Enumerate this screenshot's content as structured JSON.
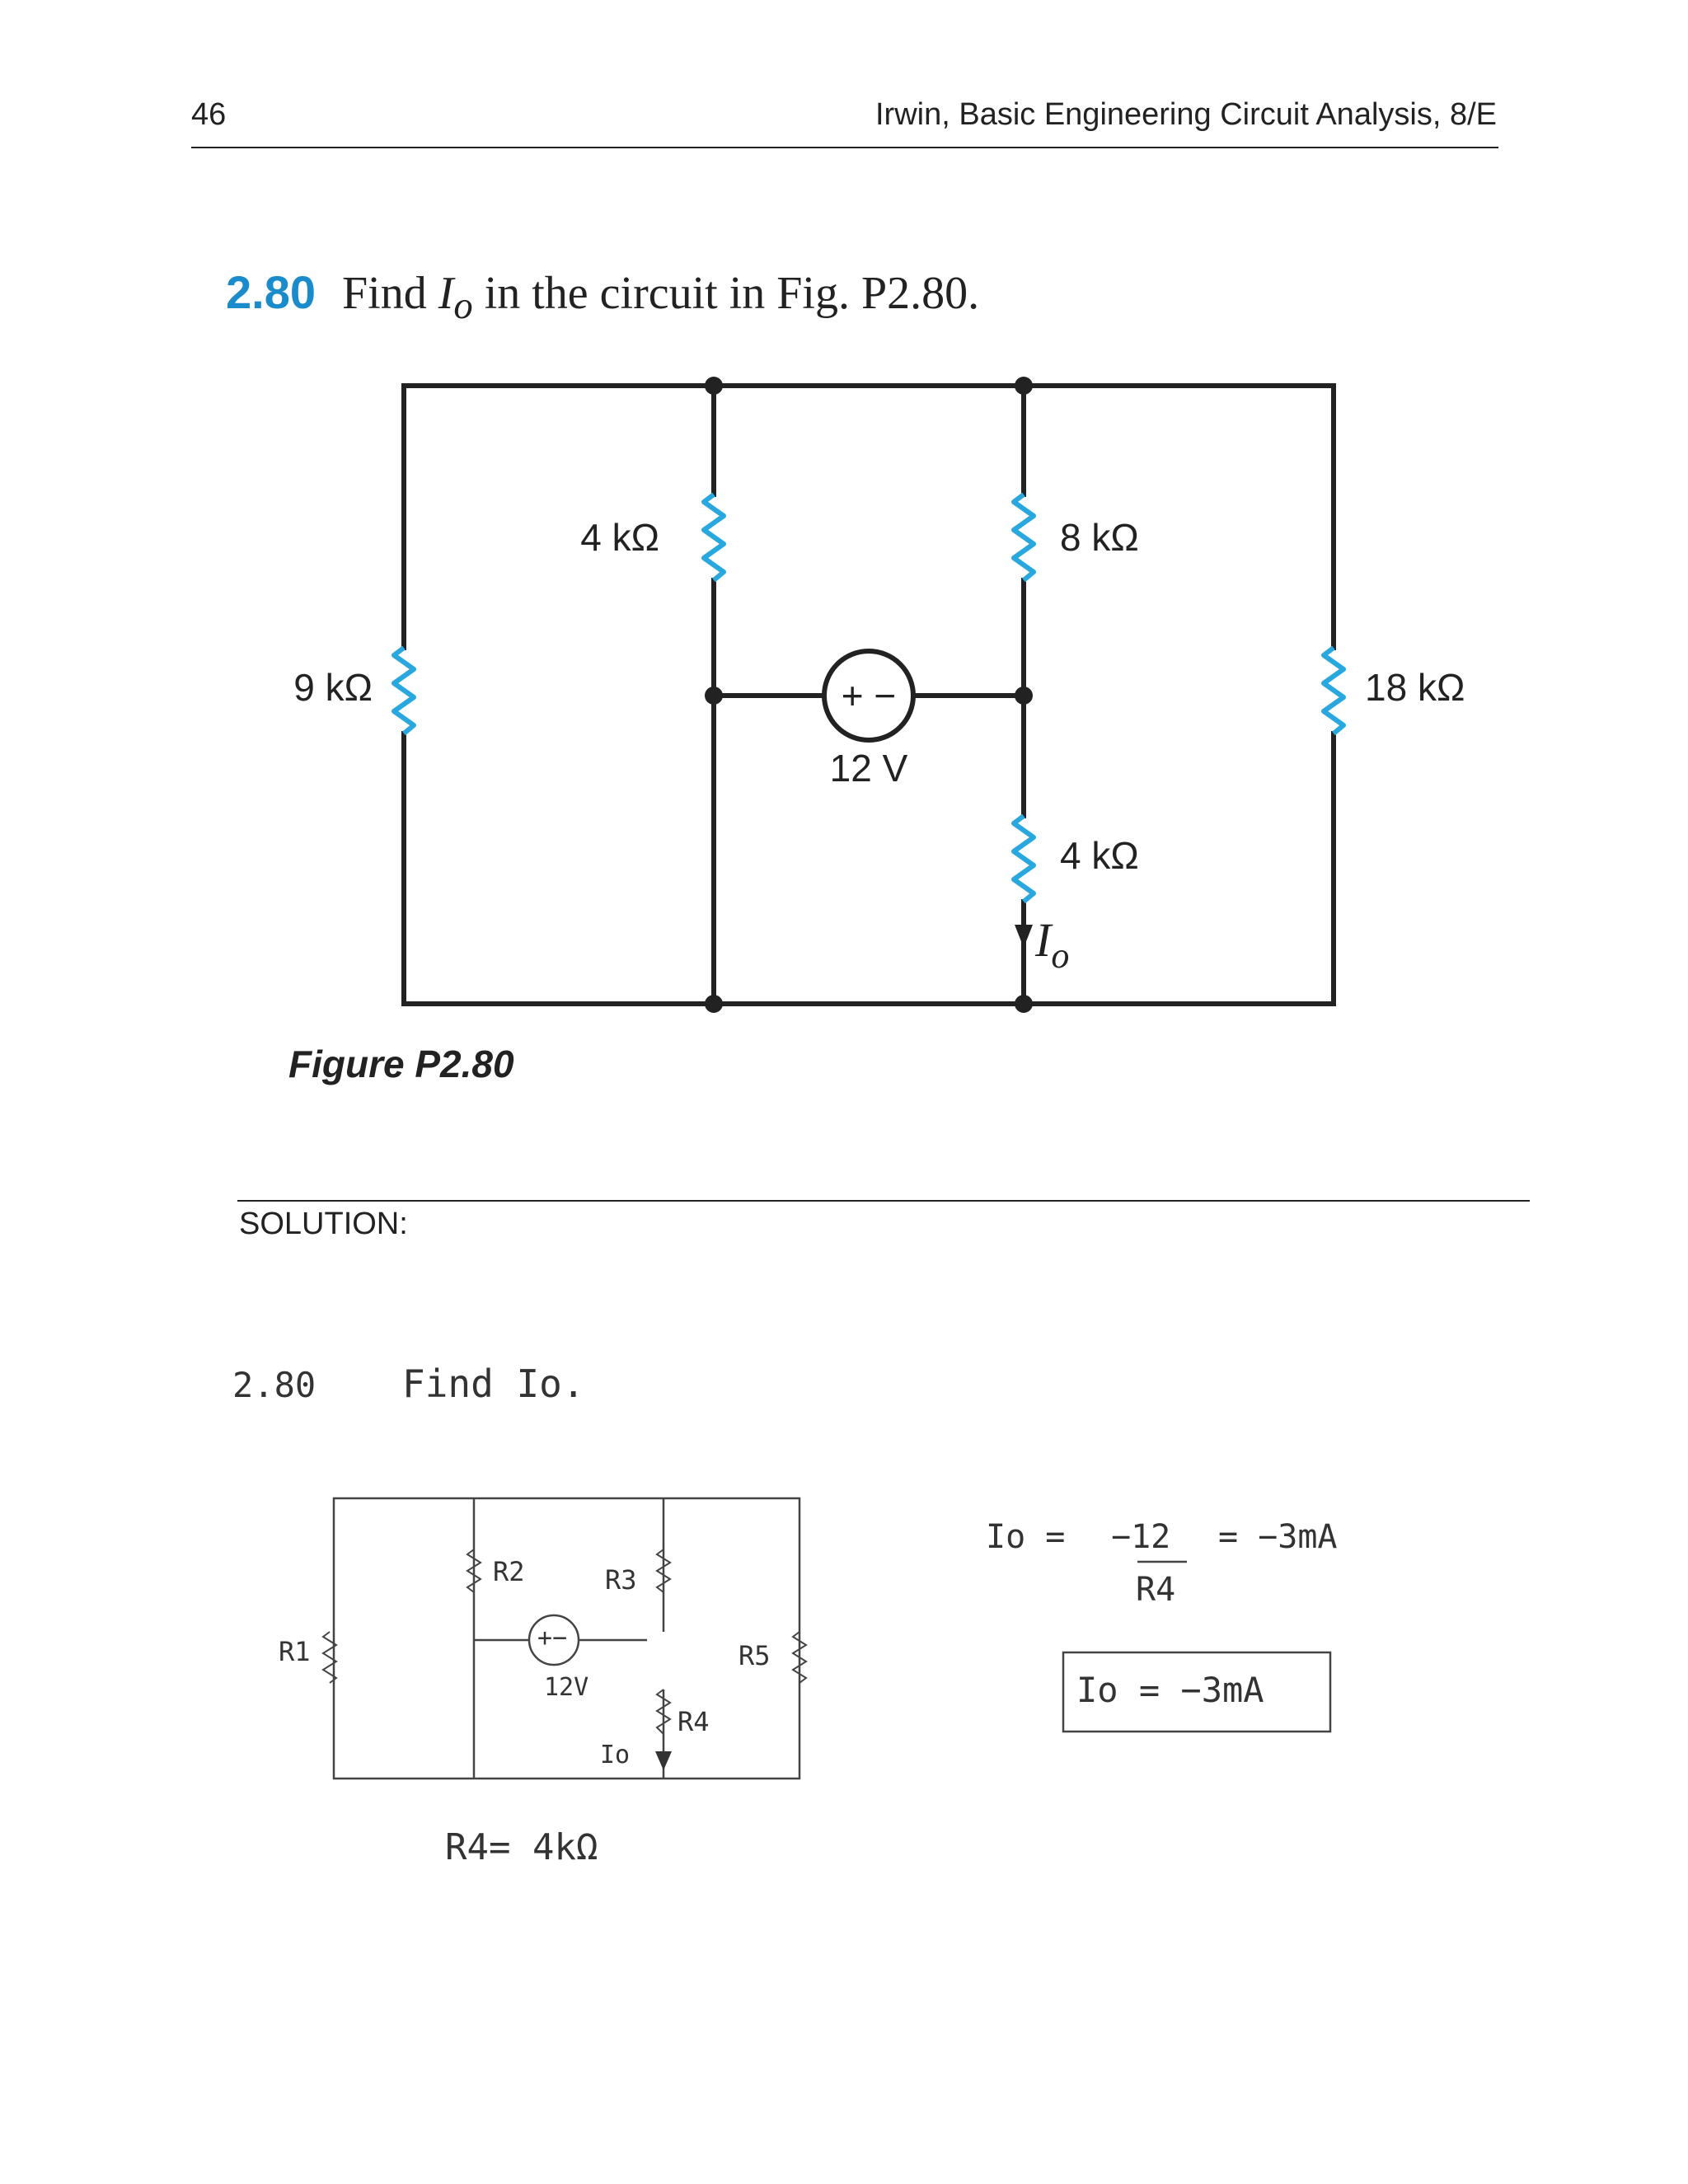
{
  "header": {
    "page_number": "46",
    "running_title": "Irwin, Basic Engineering Circuit Analysis, 8/E"
  },
  "problem": {
    "number": "2.80",
    "text_before": "Find ",
    "var_main": "I",
    "var_sub": "o",
    "text_after": " in the circuit in Fig. P2.80."
  },
  "figure": {
    "caption": "Figure P2.80",
    "r_left": "9 kΩ",
    "r_top_mid": "4 kΩ",
    "r_top_right": "8 kΩ",
    "r_bottom_right": "4 kΩ",
    "r_far_right": "18 kΩ",
    "source_value": "12 V",
    "source_polarity": "+ −",
    "current_main": "I",
    "current_sub": "o",
    "colors": {
      "resistor": "#29a8e0",
      "wire": "#222222"
    }
  },
  "solution": {
    "label": "SOLUTION:",
    "hand_problem_number": "2.80",
    "hand_task": "Find Io.",
    "hand_sketch_labels": {
      "r1": "R1",
      "r2": "R2",
      "r3": "R3",
      "r4": "R4",
      "r5": "R5",
      "source": "+−",
      "voltage": "12V",
      "current": "Io"
    },
    "hand_r4_value": "R4= 4kΩ",
    "hand_eq_lhs": "Io =",
    "hand_eq_num": "−12",
    "hand_eq_den": "R4",
    "hand_eq_result": "=   −3mA",
    "hand_boxed_answer": "Io = −3mA"
  }
}
